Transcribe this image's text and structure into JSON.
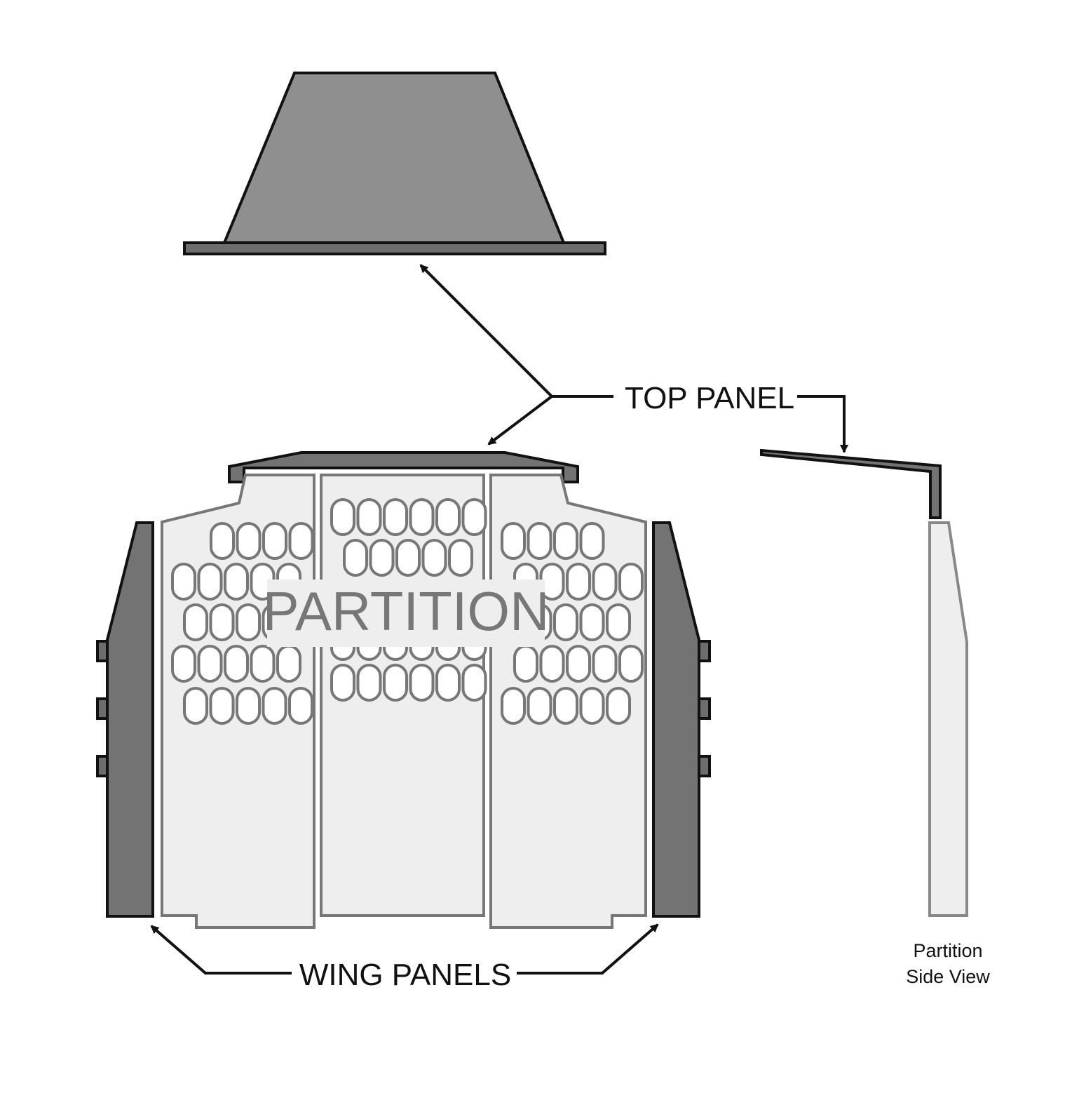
{
  "labels": {
    "top_panel": "TOP PANEL",
    "wing_panels": "WING PANELS",
    "partition": "PARTITION",
    "side_view_line1": "Partition",
    "side_view_line2": "Side View"
  },
  "colors": {
    "top_panel_fill": "#8f8f8f",
    "top_rail_fill": "#6d6d6d",
    "wing_fill": "#737373",
    "partition_fill": "#eeeeee",
    "partition_stroke": "#777777",
    "outline": "#111111"
  },
  "icons": {
    "arrow": "arrow-icon",
    "hole": "slot-hole-icon"
  }
}
